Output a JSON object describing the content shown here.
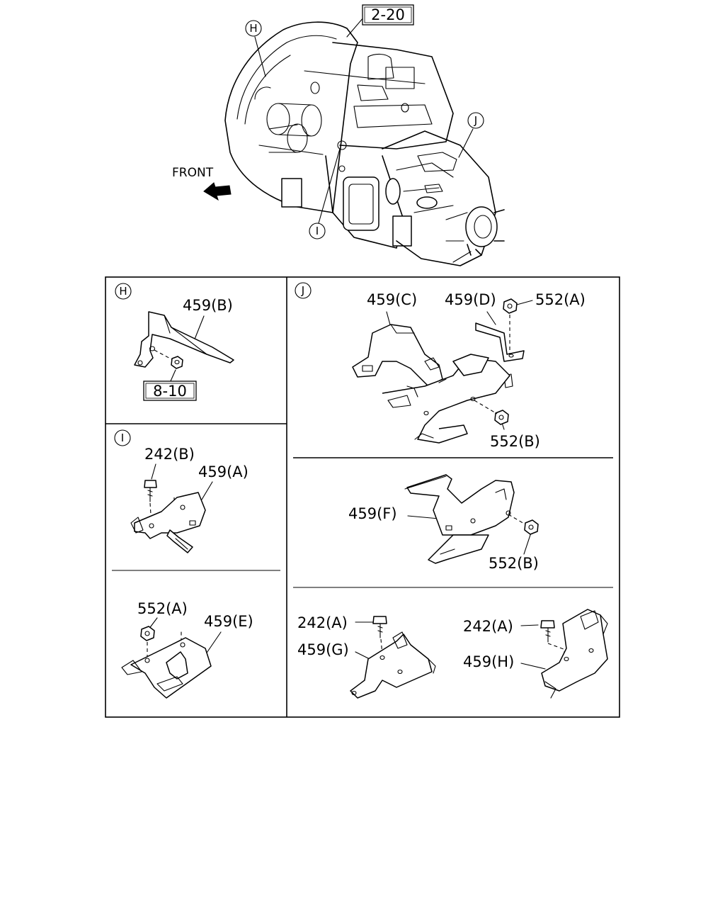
{
  "overview": {
    "ref_box": "2-20",
    "front_label": "FRONT",
    "callouts": [
      "H",
      "I",
      "J"
    ]
  },
  "panels": {
    "H": {
      "marker": "H",
      "part_label": "459(B)",
      "ref_box": "8-10"
    },
    "I_top": {
      "marker": "I",
      "bolt_label": "242(B)",
      "part_label": "459(A)"
    },
    "I_bottom": {
      "nut_label": "552(A)",
      "part_label": "459(E)"
    },
    "J_top": {
      "marker": "J",
      "part_c_label": "459(C)",
      "part_d_label": "459(D)",
      "nut_top_label": "552(A)",
      "nut_bottom_label": "552(B)"
    },
    "J_middle": {
      "part_label": "459(F)",
      "nut_label": "552(B)"
    },
    "J_bottom": {
      "left_bolt_label": "242(A)",
      "left_part_label": "459(G)",
      "right_bolt_label": "242(A)",
      "right_part_label": "459(H)"
    }
  }
}
